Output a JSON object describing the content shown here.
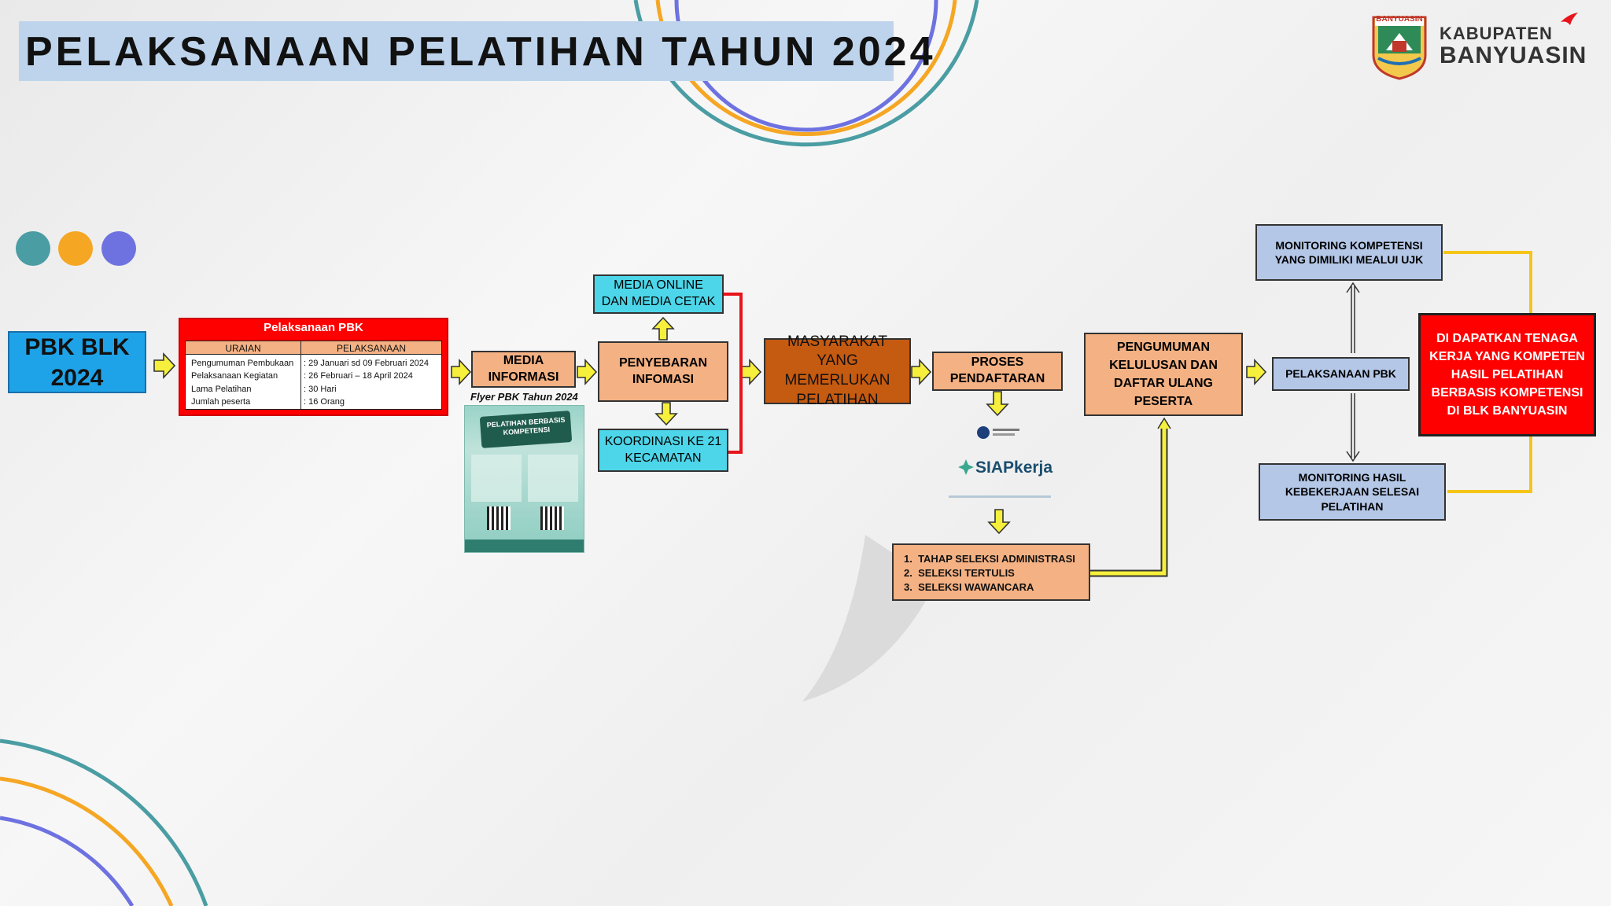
{
  "title": "PELAKSANAAN PELATIHAN TAHUN 2024",
  "logo": {
    "emblem_text": "BANYUASIN",
    "line1": "KABUPATEN",
    "line2": "BANYUASIN"
  },
  "pbk_box": "PBK BLK 2024",
  "pelaksanaan_table": {
    "title": "Pelaksanaan PBK",
    "headers": [
      "URAIAN",
      "PELAKSANAAN"
    ],
    "rows": [
      [
        "Pengumuman Pembukaan",
        ": 29 Januari sd 09 Februari 2024"
      ],
      [
        "Pelaksanaan Kegiatan",
        ": 26 Februari – 18 April 2024"
      ],
      [
        "Lama Pelatihan",
        ": 30 Hari"
      ],
      [
        "Jumlah peserta",
        ": 16 Orang"
      ]
    ]
  },
  "media_informasi": "MEDIA INFORMASI",
  "flyer_caption": "Flyer PBK Tahun 2024",
  "flyer_title": "PELATIHAN BERBASIS KOMPETENSI",
  "penyebaran": "PENYEBARAN INFOMASI",
  "media_online": "MEDIA ONLINE DAN MEDIA CETAK",
  "koordinasi": "KOORDINASI KE 21 KECAMATAN",
  "masyarakat": "MASYARAKAT YANG MEMERLUKAN PELATIHAN",
  "proses_pendaftaran": "PROSES PENDAFTARAN",
  "siapkerja": "SIAPkerja",
  "seleksi": [
    "1.  TAHAP SELEKSI ADMINISTRASI",
    "2.  SELEKSI TERTULIS",
    "3.  SELEKSI WAWANCARA"
  ],
  "pengumuman": "PENGUMUMAN KELULUSAN DAN DAFTAR ULANG PESERTA",
  "monitoring_kompetensi": "MONITORING KOMPETENSI YANG DIMILIKI MEALUI UJK",
  "pelaksanaan_pbk": "PELAKSANAAN PBK",
  "monitoring_hasil": "MONITORING HASIL KEBEKERJAAN SELESAI PELATIHAN",
  "result": "DI DAPATKAN TENAGA KERJA YANG KOMPETEN HASIL PELATIHAN BERBASIS KOMPETENSI DI BLK BANYUASIN",
  "colors": {
    "teal": "#4a9da3",
    "orange": "#f5a623",
    "violet": "#6e72e0",
    "arrow_yellow": "#f6f03c",
    "connector_red": "#e8141b",
    "connector_gold": "#f5c518"
  }
}
